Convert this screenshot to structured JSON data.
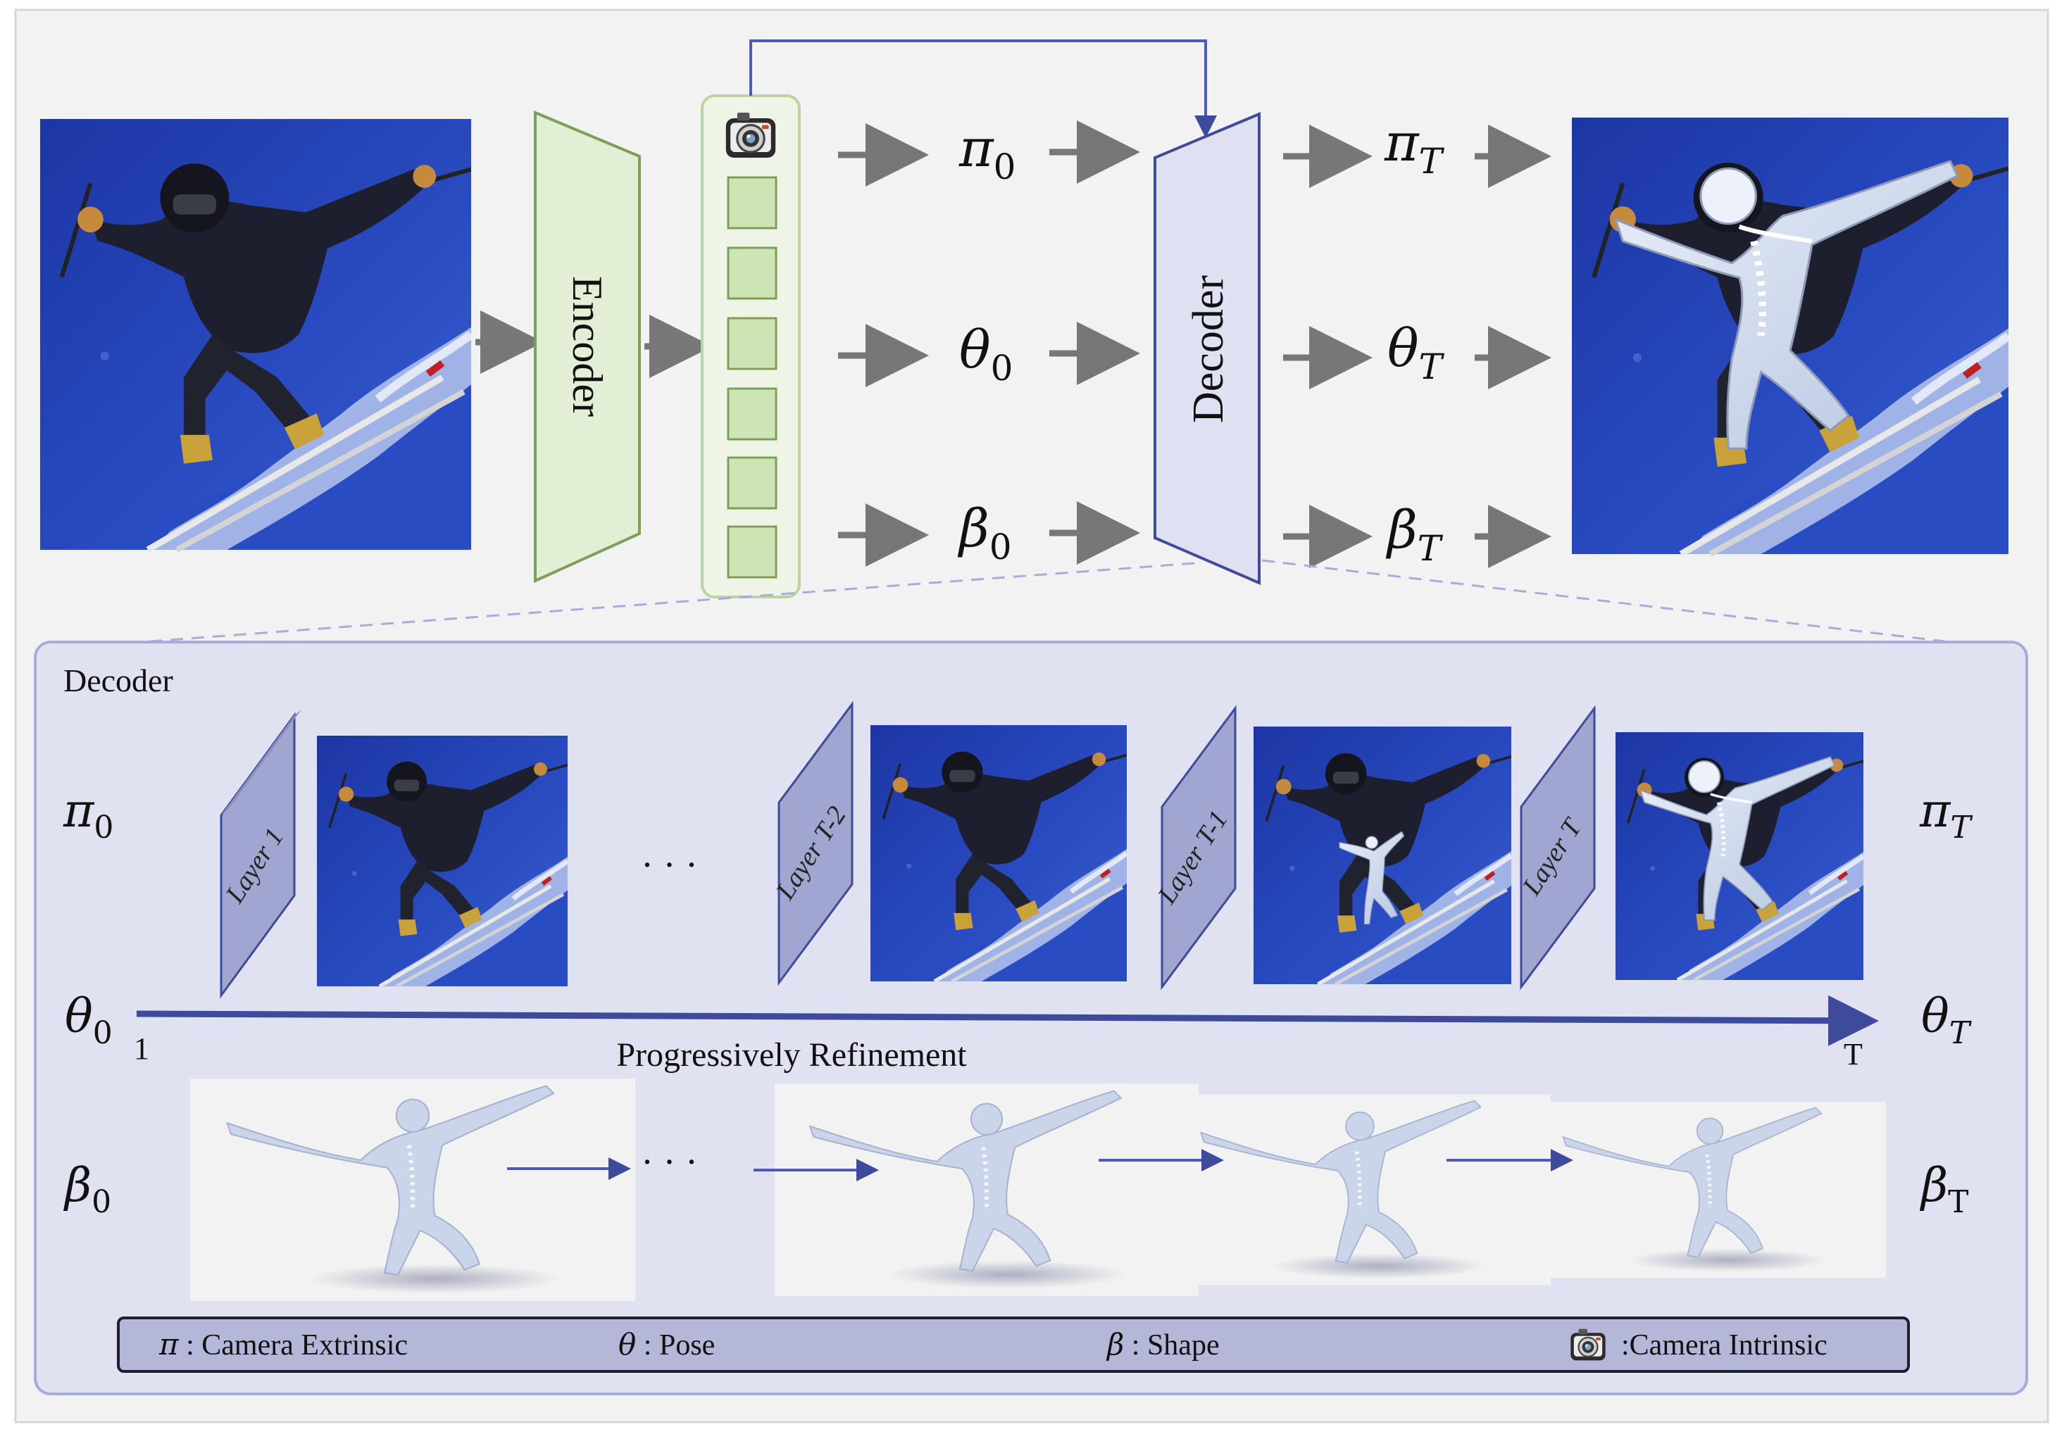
{
  "top": {
    "encoder_label": "Encoder",
    "decoder_label": "Decoder",
    "params_in": [
      {
        "sym": "π",
        "sub": "0"
      },
      {
        "sym": "θ",
        "sub": "0"
      },
      {
        "sym": "β",
        "sub": "0"
      }
    ],
    "params_out": [
      {
        "sym": "π",
        "sub": "T"
      },
      {
        "sym": "θ",
        "sub": "T"
      },
      {
        "sym": "β",
        "sub": "T"
      }
    ],
    "token_count": 6
  },
  "detail": {
    "title": "Decoder",
    "layers": [
      "Layer 1",
      "Layer T-2",
      "Layer T-1",
      "Layer T"
    ],
    "ellipsis": "· · ·",
    "axis_start": "1",
    "axis_end": "T",
    "axis_label": "Progressively Refinement",
    "left_params": [
      {
        "sym": "π",
        "sub": "0"
      },
      {
        "sym": "θ",
        "sub": "0"
      },
      {
        "sym": "β",
        "sub": "0"
      }
    ],
    "right_params": [
      {
        "sym": "π",
        "sub": "T"
      },
      {
        "sym": "θ",
        "sub": "T"
      },
      {
        "sym": "β",
        "sub": "T"
      }
    ]
  },
  "legend": {
    "pi": {
      "sym": "π",
      "text": " : Camera Extrinsic"
    },
    "theta": {
      "sym": "θ",
      "text": " : Pose"
    },
    "beta": {
      "sym": "β",
      "text": " : Shape"
    },
    "camera": {
      "icon": "camera-icon",
      "text": ":Camera Intrinsic"
    }
  },
  "colors": {
    "encoder_fill": "#e3efd5",
    "encoder_stroke": "#7e9f57",
    "token_fill": "#cde4b5",
    "decoder_fill": "#dfe1f3",
    "decoder_stroke": "#3e4a9a",
    "arrow_gray": "#777777",
    "arrow_blue": "#4e5bb4",
    "panel_fill": "#e0e1f1",
    "legend_fill": "#b4b7d7",
    "sky": "#2343b6"
  }
}
